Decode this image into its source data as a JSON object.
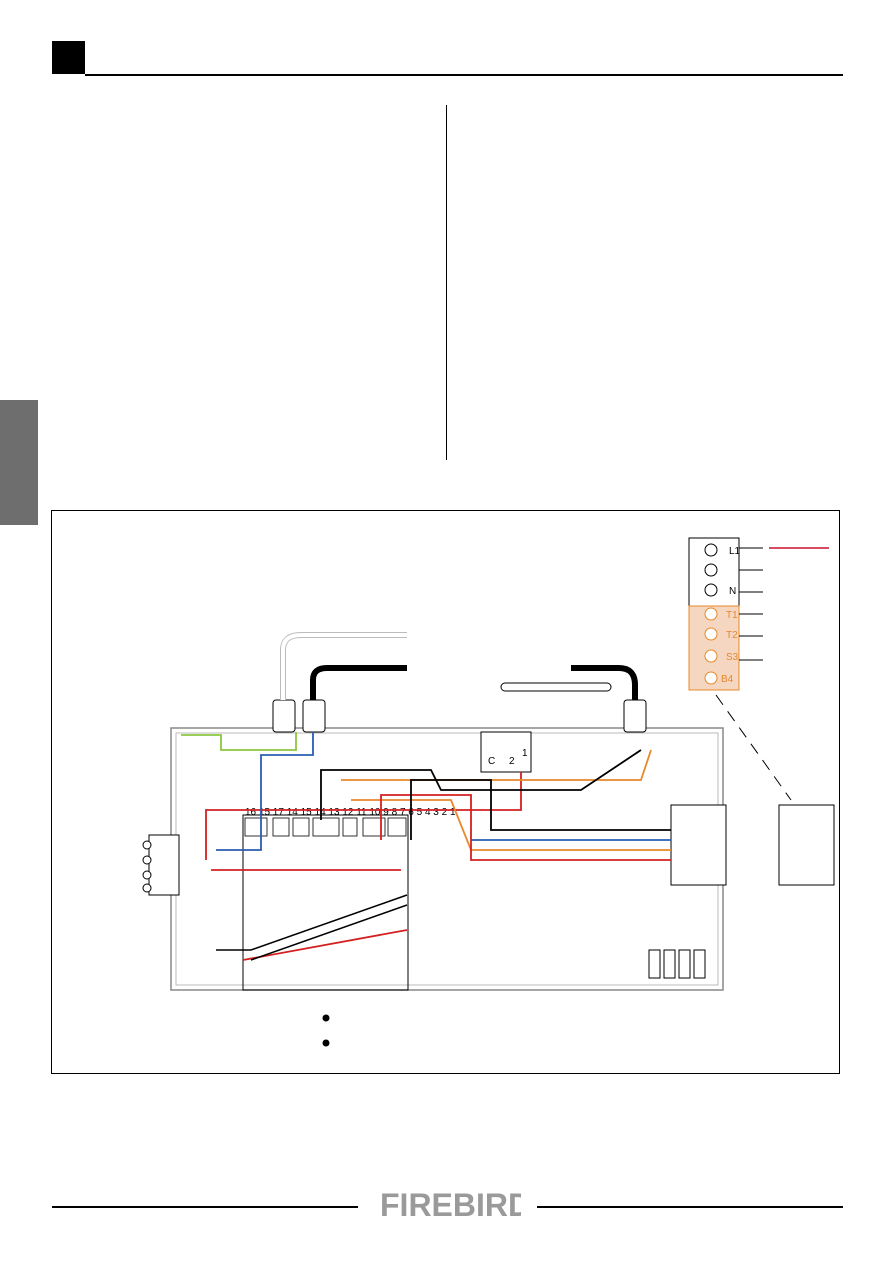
{
  "brand": {
    "logo_text": "FIREBIRD"
  },
  "terminal_block": {
    "labels": [
      "L1",
      "",
      "N",
      "T1",
      "T2",
      "S3",
      "B4"
    ]
  },
  "controller": {
    "terminal_numbers": "16 15 17   14 15   14 13   12 11 10 9   8 7   6 5 4   3 2 1"
  },
  "thermostat": {
    "terminals": [
      "C",
      "2",
      "1"
    ]
  },
  "colors": {
    "live": "#d42020",
    "earth": "#8cc63f",
    "neutral": "#2a5db0",
    "switched": "#e8882a",
    "accent_red": "#c8102e",
    "logo": "#9a9a9a"
  }
}
